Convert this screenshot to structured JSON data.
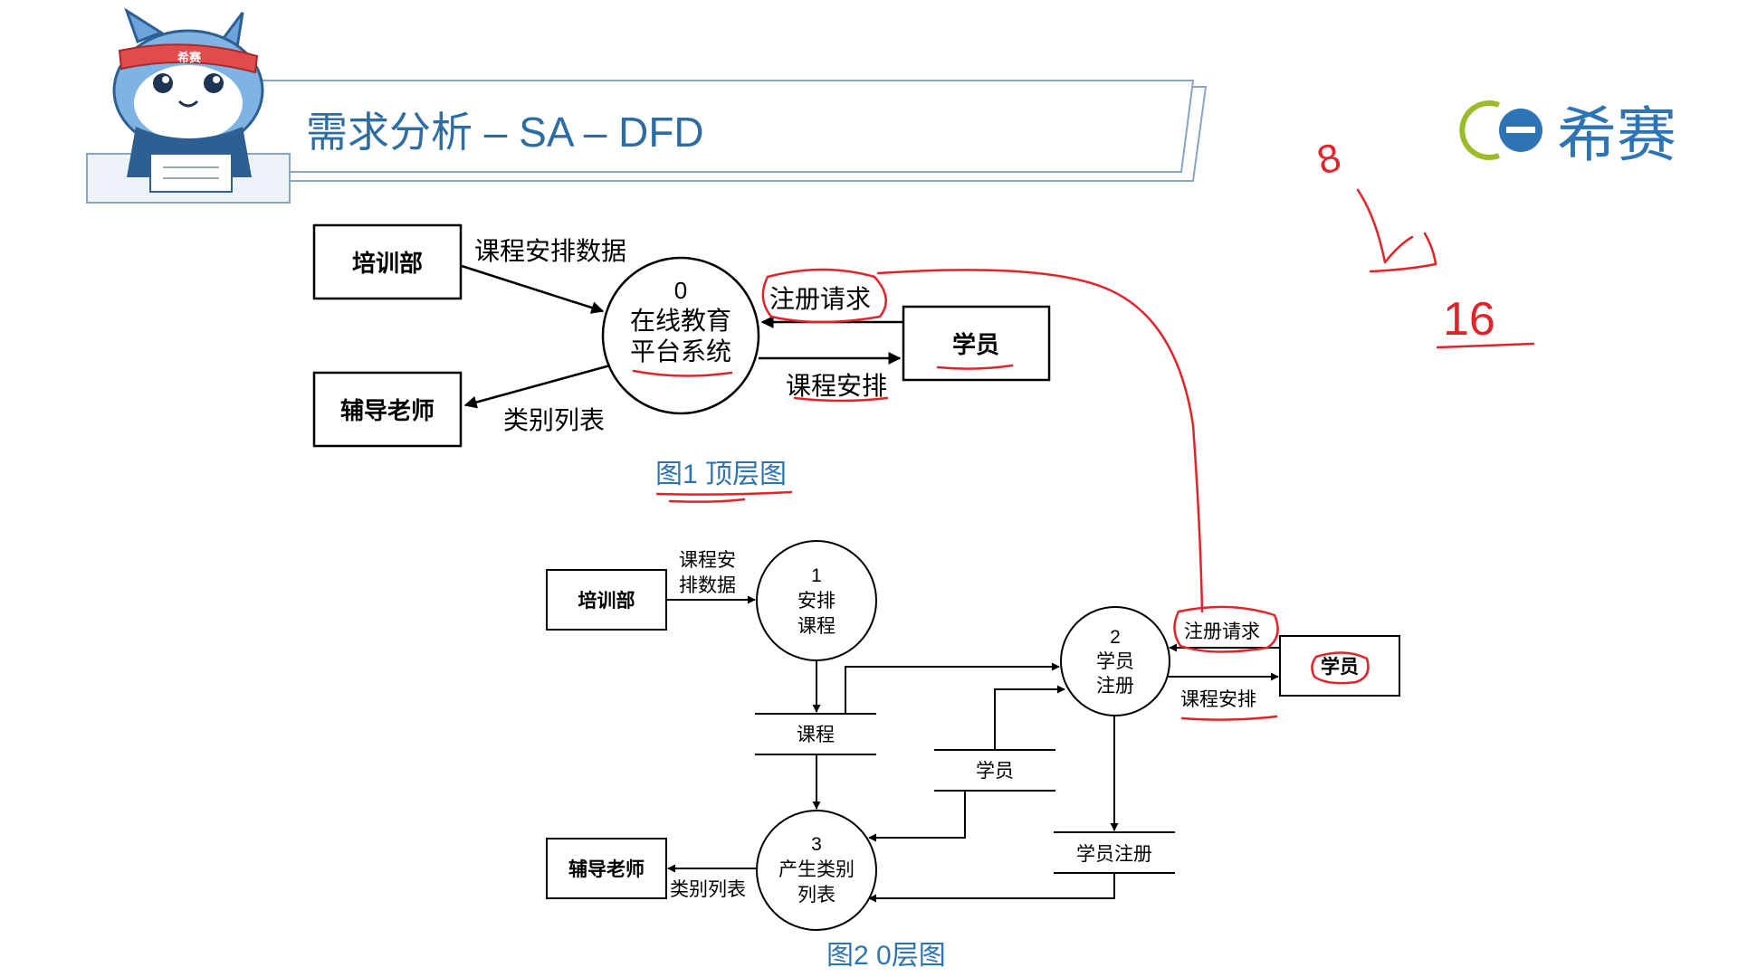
{
  "header": {
    "title": "需求分析 – SA – DFD",
    "mascot_badge": "希赛",
    "brand": {
      "text": "希赛",
      "accent": "#2e74b5",
      "green": "#9bbb2a"
    }
  },
  "colors": {
    "title": "#2e6da4",
    "caption": "#2e74b5",
    "ink": "#000000",
    "annotation": "#e0242a",
    "banner_border": "#8aa4c4"
  },
  "figure1": {
    "caption": "图1 顶层图",
    "process": {
      "id": "0",
      "line1": "在线教育",
      "line2": "平台系统"
    },
    "entities": {
      "training": "培训部",
      "tutor": "辅导老师",
      "student": "学员"
    },
    "flows": {
      "schedule_data": "课程安排数据",
      "category_list": "类别列表",
      "register_request": "注册请求",
      "course_schedule": "课程安排"
    }
  },
  "figure2": {
    "caption": "图2 0层图",
    "processes": [
      {
        "id": "1",
        "line1": "安排",
        "line2": "课程"
      },
      {
        "id": "2",
        "line1": "学员",
        "line2": "注册"
      },
      {
        "id": "3",
        "line1": "产生类别",
        "line2": "列表"
      }
    ],
    "entities": {
      "training": "培训部",
      "tutor": "辅导老师",
      "student": "学员"
    },
    "stores": {
      "course": "课程",
      "student": "学员",
      "registration": "学员注册"
    },
    "flows": {
      "schedule_data_line1": "课程安",
      "schedule_data_line2": "排数据",
      "register_request": "注册请求",
      "course_schedule": "课程安排",
      "category_list": "类别列表"
    }
  },
  "annotations": {
    "numbers": [
      "8",
      "16"
    ]
  }
}
